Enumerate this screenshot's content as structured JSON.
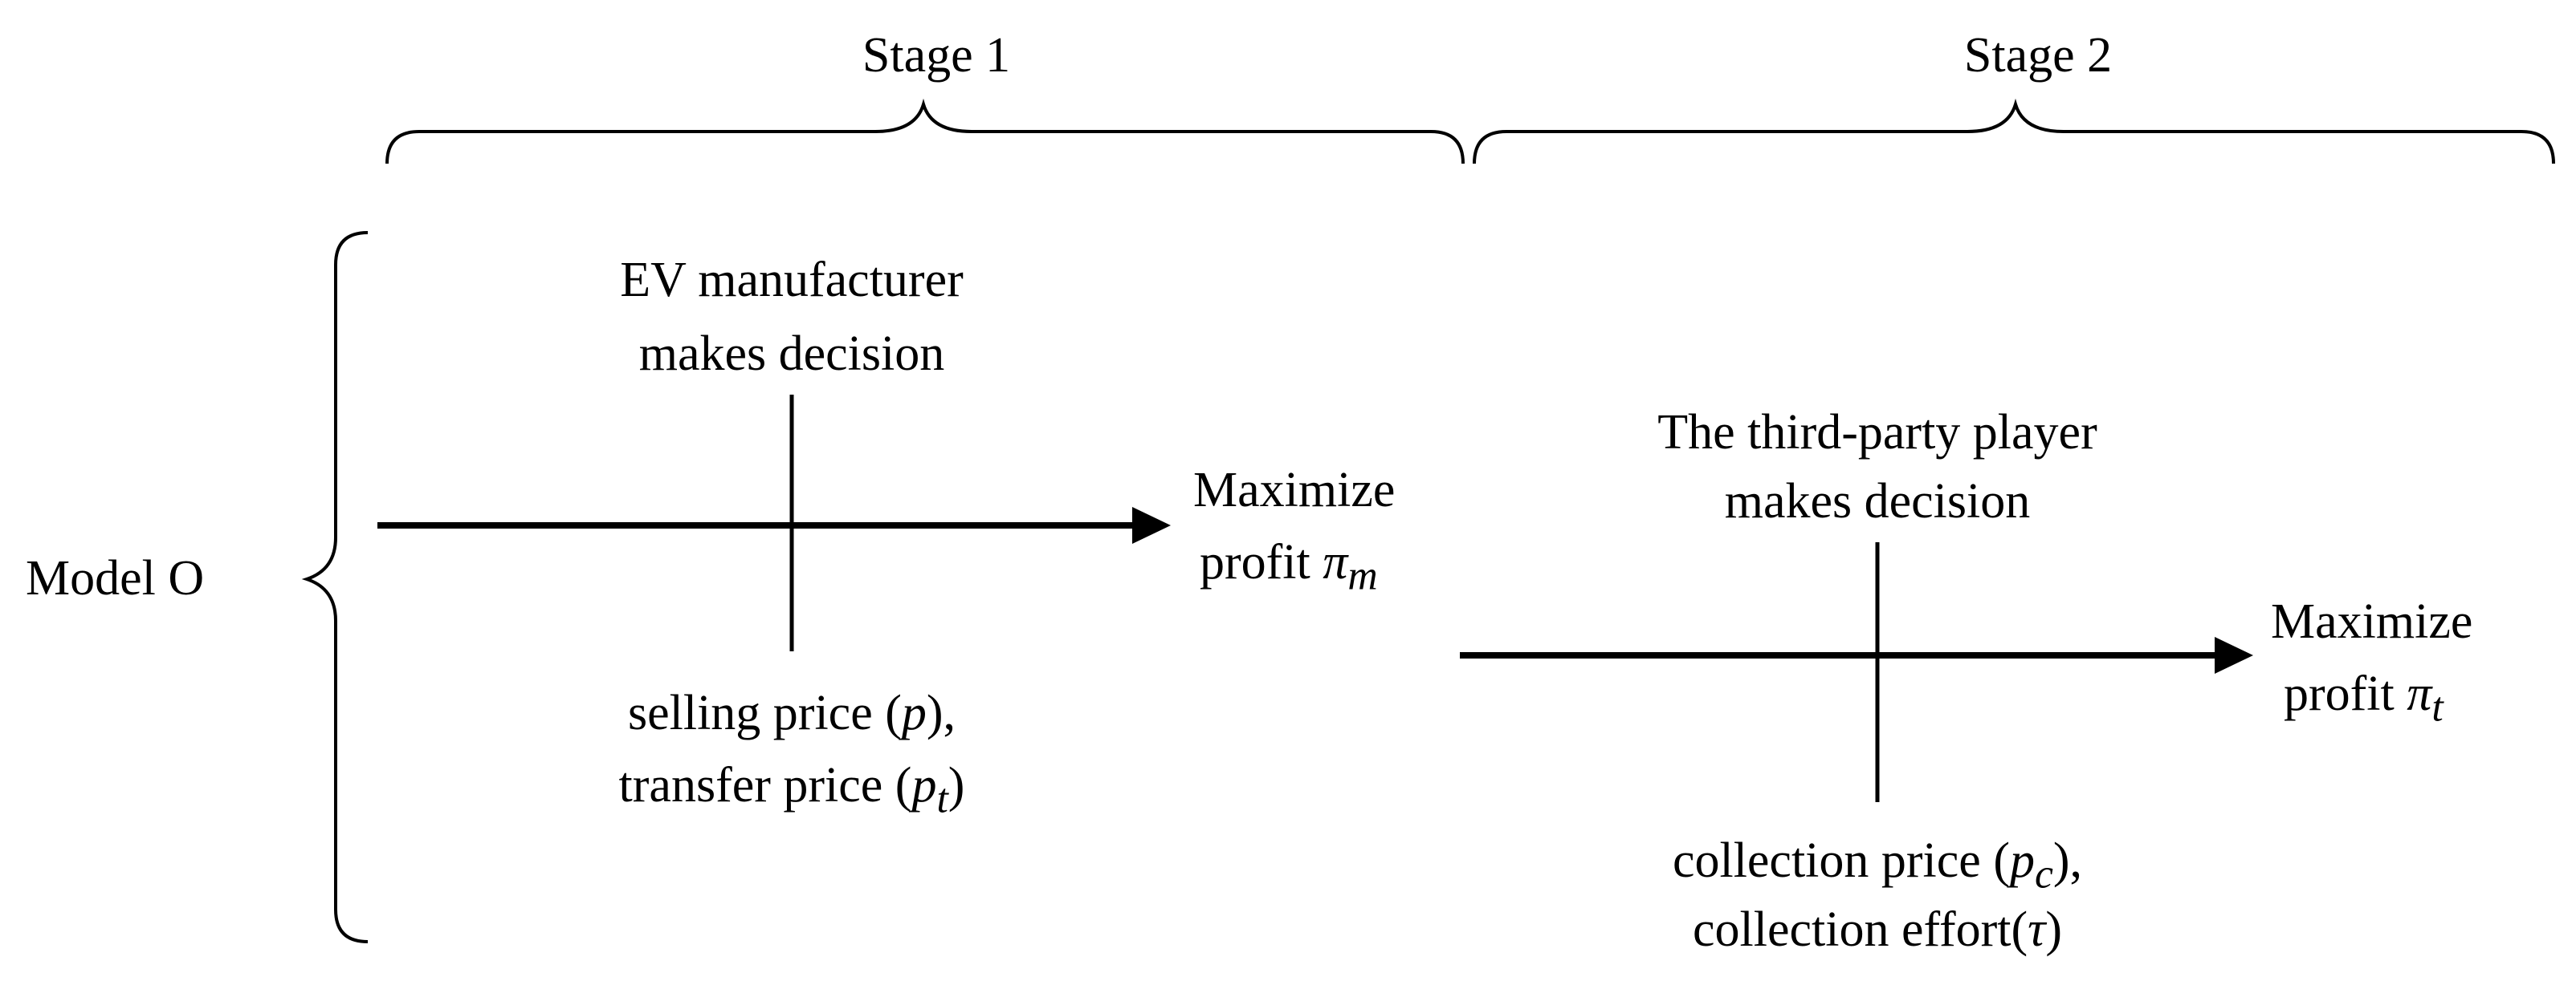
{
  "stage1": {
    "label": "Stage 1"
  },
  "stage2": {
    "label": "Stage 2"
  },
  "model": {
    "label": "Model O"
  },
  "manufacturer": {
    "line1": "EV manufacturer",
    "line2": "makes decision",
    "var1_pre": "selling price (",
    "var1_sym": "p",
    "var1_post": "),",
    "var2_pre": "transfer price (",
    "var2_sym": "p",
    "var2_sub": "t",
    "var2_post": ")",
    "outcome_line1": "Maximize",
    "outcome_pre": "profit ",
    "outcome_sym": "π",
    "outcome_sub": "m"
  },
  "third_party": {
    "line1": "The third-party player",
    "line2": "makes decision",
    "var1_pre": "collection price (",
    "var1_sym": "p",
    "var1_sub": "c",
    "var1_post": "),",
    "var2_pre": "collection effort(",
    "var2_sym": "τ",
    "var2_post": ")",
    "outcome_line1": "Maximize",
    "outcome_pre": "profit ",
    "outcome_sym": "π",
    "outcome_sub": "t"
  },
  "colors": {
    "ink": "#000000",
    "background": "#ffffff"
  }
}
